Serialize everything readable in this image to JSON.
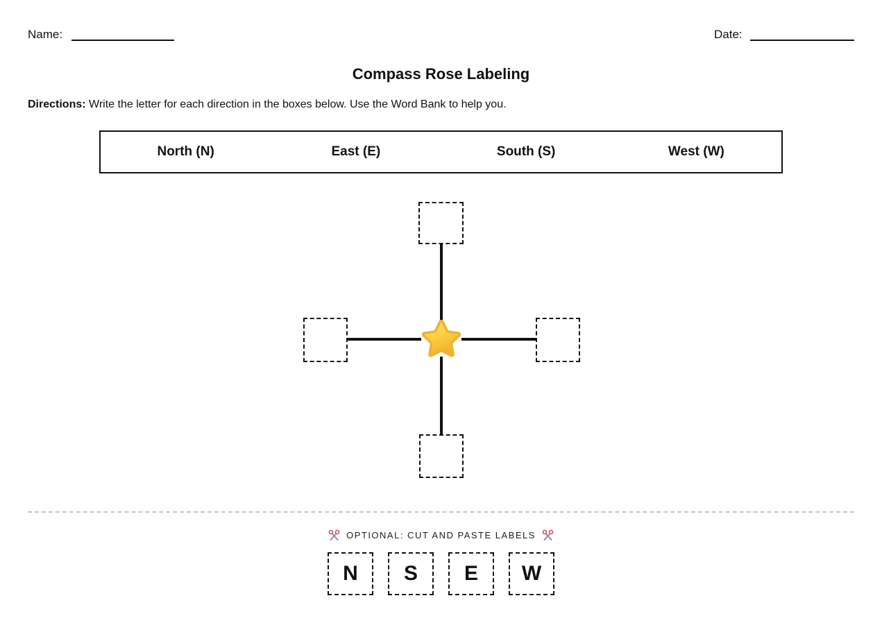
{
  "header": {
    "name_label": "Name:",
    "date_label": "Date:"
  },
  "title": "Compass Rose Labeling",
  "directions": {
    "label": "Directions:",
    "text": "Write the letter for each direction in the boxes below. Use the Word Bank to help you."
  },
  "word_bank": {
    "items": [
      "North (N)",
      "East (E)",
      "South (S)",
      "West (W)"
    ]
  },
  "compass": {
    "center_icon": "star-icon",
    "slots": [
      "north",
      "east",
      "south",
      "west"
    ]
  },
  "cut_section": {
    "heading": "OPTIONAL: CUT AND PASTE LABELS",
    "scissors_icon": "scissors-icon",
    "labels": [
      "N",
      "S",
      "E",
      "W"
    ]
  },
  "icons": {
    "star": "⭐",
    "scissors": "✂"
  },
  "colors": {
    "text": "#111111",
    "line": "#111111",
    "divider": "#c4c4c4",
    "star_top": "#FFDD55",
    "star_bottom": "#F1B32E",
    "star_stroke": "#EFB232",
    "scissors_handle": "#E25566",
    "scissors_blade": "#8E87A8"
  }
}
